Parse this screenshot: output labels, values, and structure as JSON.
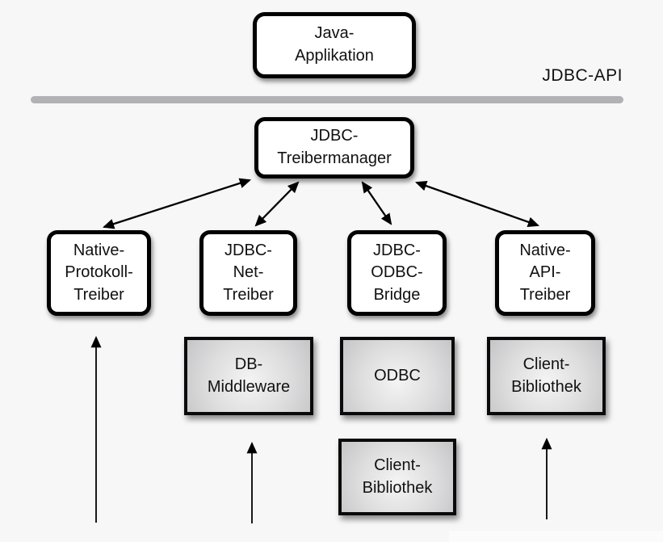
{
  "diagram": {
    "api_label": "JDBC-API",
    "boxes": {
      "java_app": {
        "label": "Java-\nApplikation"
      },
      "treibermanager": {
        "label": "JDBC-\nTreibermanager"
      },
      "native_protokoll": {
        "label": "Native-\nProtokoll-\nTreiber"
      },
      "jdbc_net": {
        "label": "JDBC-\nNet-\nTreiber"
      },
      "jdbc_odbc": {
        "label": "JDBC-\nODBC-\nBridge"
      },
      "native_api": {
        "label": "Native-\nAPI-\nTreiber"
      },
      "db_middleware": {
        "label": "DB-\nMiddleware"
      },
      "odbc": {
        "label": "ODBC"
      },
      "client_bib_right": {
        "label": "Client-\nBibliothek"
      },
      "client_bib_bottom": {
        "label": "Client-\nBibliothek"
      }
    },
    "arrows": {
      "bidirectional": [
        {
          "from": "jdbc-treibermanager",
          "to": "native-protokoll-treiber"
        },
        {
          "from": "jdbc-treibermanager",
          "to": "jdbc-net-treiber"
        },
        {
          "from": "jdbc-treibermanager",
          "to": "jdbc-odbc-bridge"
        },
        {
          "from": "jdbc-treibermanager",
          "to": "native-api-treiber"
        }
      ],
      "upward_into": [
        "native-protokoll-treiber",
        "db-middleware",
        "client-bibliothek-right"
      ]
    },
    "colors": {
      "background": "#f7f7f8",
      "box_border": "#000000",
      "box_fill_white": "#ffffff",
      "gray_box_light": "#f4f4f4",
      "gray_box_dark": "#c5c5c7",
      "divider": "#b2b2b6",
      "text": "#111111"
    }
  }
}
